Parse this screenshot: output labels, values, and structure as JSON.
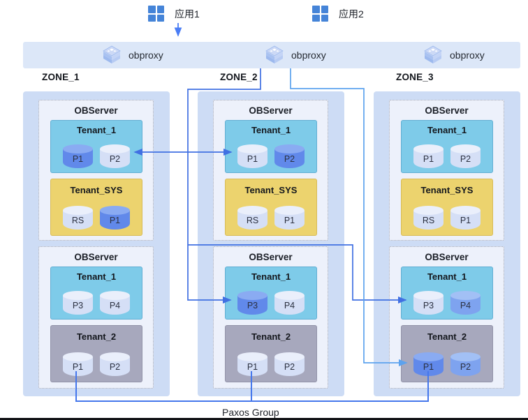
{
  "apps": [
    {
      "label": "应用1"
    },
    {
      "label": "应用2"
    }
  ],
  "proxy_bar": {
    "items": [
      {
        "label": "obproxy"
      },
      {
        "label": "obproxy"
      },
      {
        "label": "obproxy"
      }
    ]
  },
  "zones": [
    {
      "label": "ZONE_1",
      "servers": [
        {
          "title": "OBServer",
          "tenants": [
            {
              "label": "Tenant_1",
              "type": "cyan",
              "partitions": [
                {
                  "label": "P1",
                  "variant": "dark"
                },
                {
                  "label": "P2",
                  "variant": "light"
                }
              ]
            },
            {
              "label": "Tenant_SYS",
              "type": "yellow",
              "partitions": [
                {
                  "label": "RS",
                  "variant": "light"
                },
                {
                  "label": "P1",
                  "variant": "dark"
                }
              ]
            }
          ]
        },
        {
          "title": "OBServer",
          "tenants": [
            {
              "label": "Tenant_1",
              "type": "cyan",
              "partitions": [
                {
                  "label": "P3",
                  "variant": "light"
                },
                {
                  "label": "P4",
                  "variant": "light"
                }
              ]
            },
            {
              "label": "Tenant_2",
              "type": "gray",
              "partitions": [
                {
                  "label": "P1",
                  "variant": "light"
                },
                {
                  "label": "P2",
                  "variant": "light"
                }
              ]
            }
          ]
        }
      ]
    },
    {
      "label": "ZONE_2",
      "servers": [
        {
          "title": "OBServer",
          "tenants": [
            {
              "label": "Tenant_1",
              "type": "cyan",
              "partitions": [
                {
                  "label": "P1",
                  "variant": "light"
                },
                {
                  "label": "P2",
                  "variant": "dark"
                }
              ]
            },
            {
              "label": "Tenant_SYS",
              "type": "yellow",
              "partitions": [
                {
                  "label": "RS",
                  "variant": "light"
                },
                {
                  "label": "P1",
                  "variant": "light"
                }
              ]
            }
          ]
        },
        {
          "title": "OBServer",
          "tenants": [
            {
              "label": "Tenant_1",
              "type": "cyan",
              "partitions": [
                {
                  "label": "P3",
                  "variant": "dark"
                },
                {
                  "label": "P4",
                  "variant": "light"
                }
              ]
            },
            {
              "label": "Tenant_2",
              "type": "gray",
              "partitions": [
                {
                  "label": "P1",
                  "variant": "light"
                },
                {
                  "label": "P2",
                  "variant": "light"
                }
              ]
            }
          ]
        }
      ]
    },
    {
      "label": "ZONE_3",
      "servers": [
        {
          "title": "OBServer",
          "tenants": [
            {
              "label": "Tenant_1",
              "type": "cyan",
              "partitions": [
                {
                  "label": "P1",
                  "variant": "light"
                },
                {
                  "label": "P2",
                  "variant": "light"
                }
              ]
            },
            {
              "label": "Tenant_SYS",
              "type": "yellow",
              "partitions": [
                {
                  "label": "RS",
                  "variant": "light"
                },
                {
                  "label": "P1",
                  "variant": "light"
                }
              ]
            }
          ]
        },
        {
          "title": "OBServer",
          "tenants": [
            {
              "label": "Tenant_1",
              "type": "cyan",
              "partitions": [
                {
                  "label": "P3",
                  "variant": "light"
                },
                {
                  "label": "P4",
                  "variant": "mid"
                }
              ]
            },
            {
              "label": "Tenant_2",
              "type": "gray",
              "partitions": [
                {
                  "label": "P1",
                  "variant": "dark"
                },
                {
                  "label": "P2",
                  "variant": "mid"
                }
              ]
            }
          ]
        }
      ]
    }
  ],
  "footer": {
    "label": "Paxos Group"
  },
  "colors": {
    "connector_dark": "#4170E2",
    "connector_light": "#5CA2EE",
    "paxos_line": "#4577EC",
    "app_arrow": "#4A7DF5",
    "proxy_bar_bg": "#DCE7F8",
    "zone_bg": "#CDDCF5",
    "observer_bg": "#EDF1FB",
    "tenant_cyan": "#7ECBE9",
    "tenant_yellow": "#ECD36E",
    "tenant_gray": "#A7A8BD",
    "partition_dark": "#6189EA",
    "partition_mid": "#7EA3EF",
    "partition_light": "#D5DFF6",
    "app_icon_blue": "#4584D8"
  }
}
